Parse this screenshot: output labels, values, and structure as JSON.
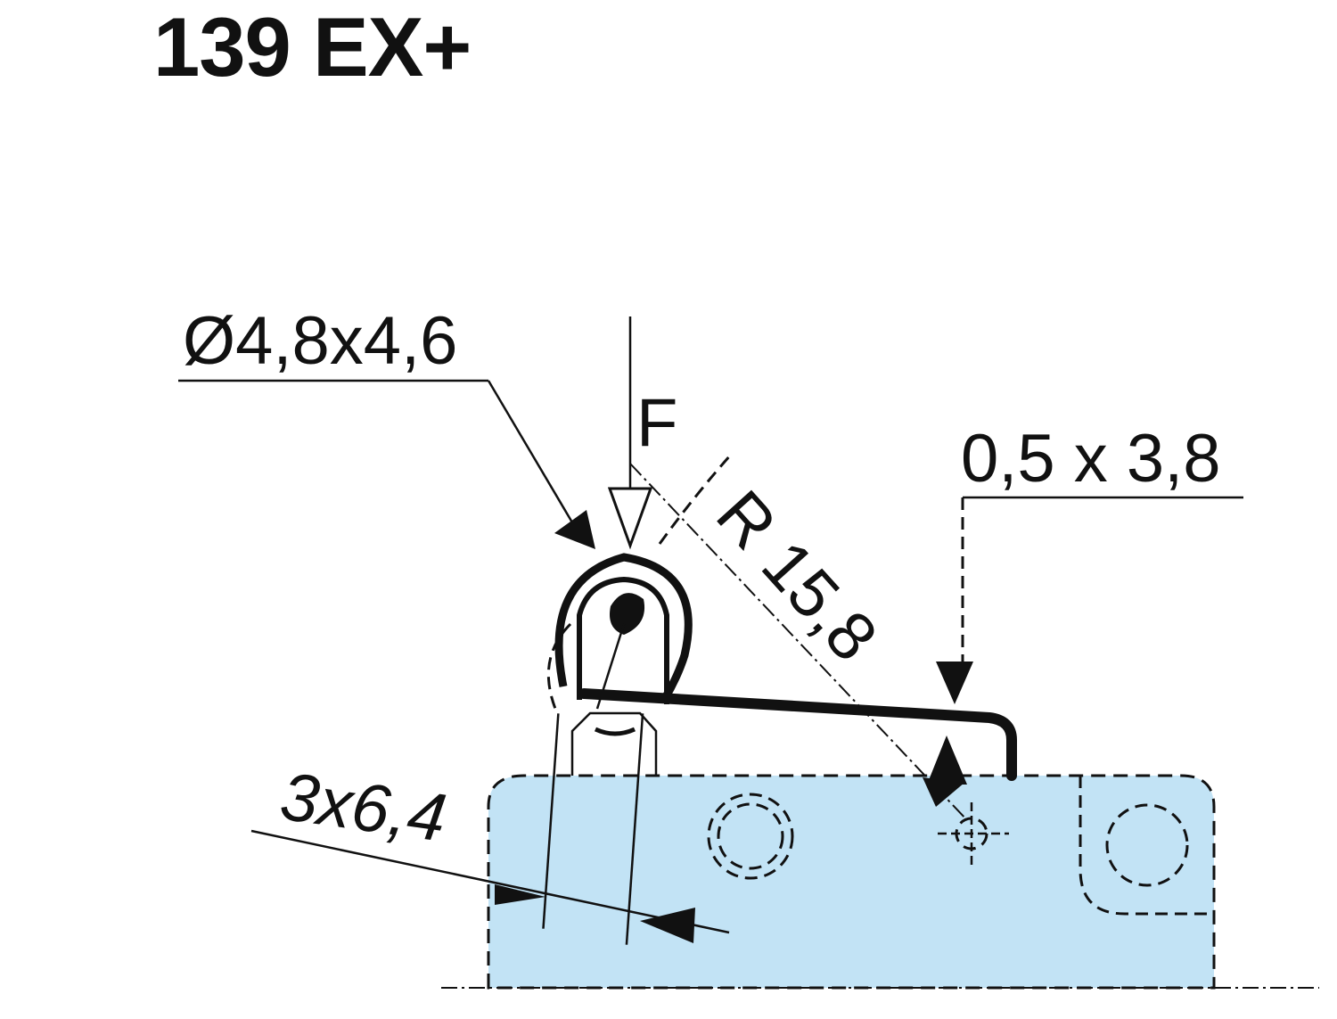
{
  "drawing": {
    "title": "139 EX+",
    "labels": {
      "diameter": "Ø4,8x4,6",
      "force": "F",
      "radius": "R 15,8",
      "lever": "0,5 x 3,8",
      "width": "3x6,4"
    },
    "colors": {
      "body_fill": "#c2e3f5",
      "line": "#111111"
    }
  }
}
